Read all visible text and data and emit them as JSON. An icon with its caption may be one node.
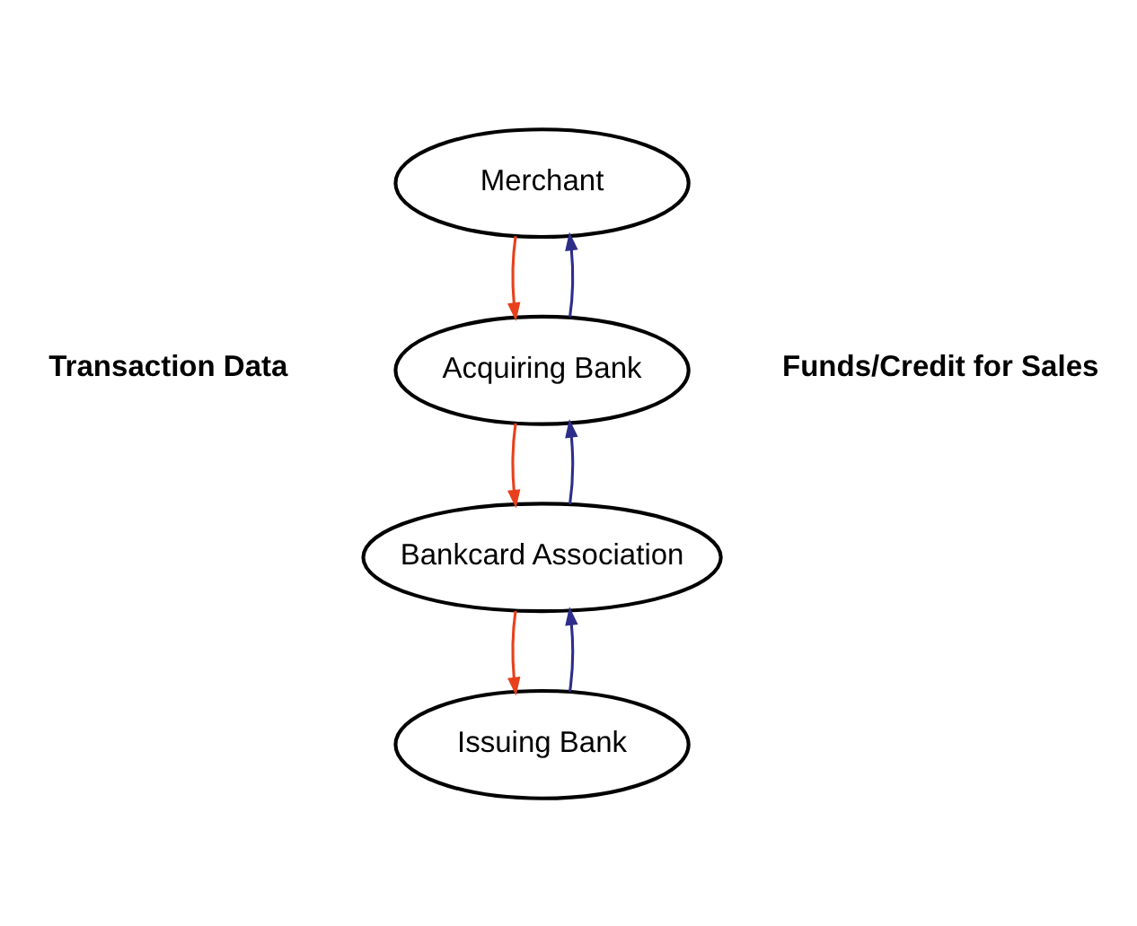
{
  "diagram": {
    "nodes": [
      {
        "text": [
          "Merchant"
        ]
      },
      {
        "text": [
          "Acquiring Bank"
        ]
      },
      {
        "text": [
          "Bankcard Association"
        ]
      },
      {
        "text": [
          "Issuing Bank"
        ]
      }
    ],
    "edges": [
      {
        "from": 0,
        "to": 1,
        "arrow": "to",
        "color": "#e8401c"
      },
      {
        "from": 1,
        "to": 2,
        "arrow": "to",
        "color": "#e8401c"
      },
      {
        "from": 2,
        "to": 3,
        "arrow": "to",
        "color": "#e8401c"
      },
      {
        "from": 1,
        "to": 0,
        "arrow": "to",
        "color": "#2e2e8a"
      },
      {
        "from": 2,
        "to": 1,
        "arrow": "to",
        "color": "#2e2e8a"
      },
      {
        "from": 3,
        "to": 2,
        "arrow": "to",
        "color": "#2e2e8a"
      }
    ],
    "labels": [
      "Transaction Data",
      "Funds/Credit for Sales"
    ]
  }
}
